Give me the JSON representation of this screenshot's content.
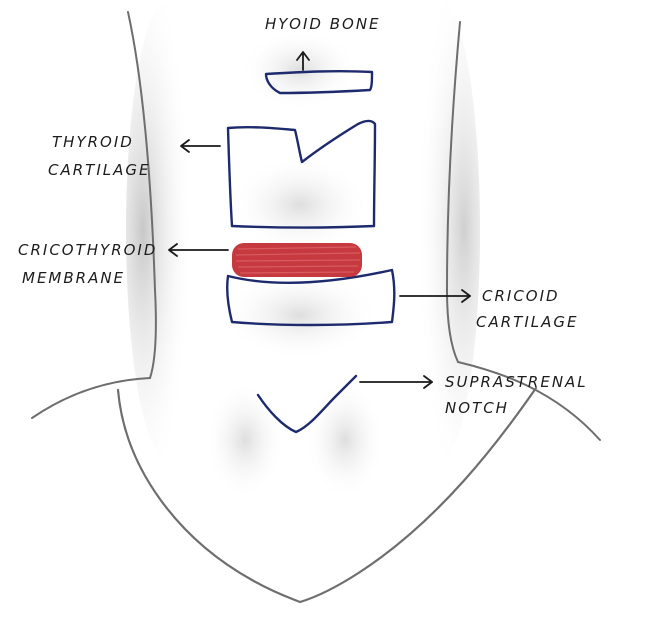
{
  "labels": {
    "hyoid": "HYOID BONE",
    "thyroid_1": "THYROID",
    "thyroid_2": "CARTILAGE",
    "cricothyroid_1": "CRICOTHYROID",
    "cricothyroid_2": "MEMBRANE",
    "cricoid_1": "CRICOID",
    "cricoid_2": "CARTILAGE",
    "notch_1": "SUPRASTRENAL",
    "notch_2": "NOTCH"
  },
  "colors": {
    "outline": "#1e2a6e",
    "membrane": "#c0282f",
    "pencil": "#6e6e6e",
    "arrow": "#1a1a1a"
  }
}
